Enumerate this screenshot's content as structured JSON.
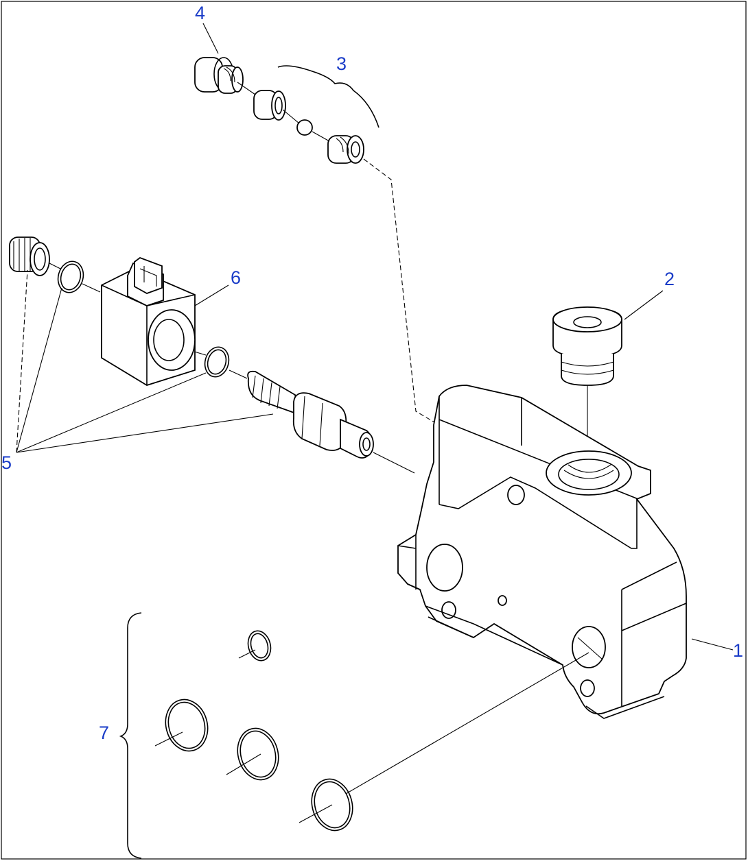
{
  "callouts": {
    "c1": "1",
    "c2": "2",
    "c3": "3",
    "c4": "4",
    "c5": "5",
    "c6": "6",
    "c7": "7"
  },
  "colors": {
    "callout": "#1a3cc8",
    "line": "#000000",
    "background": "#ffffff"
  }
}
